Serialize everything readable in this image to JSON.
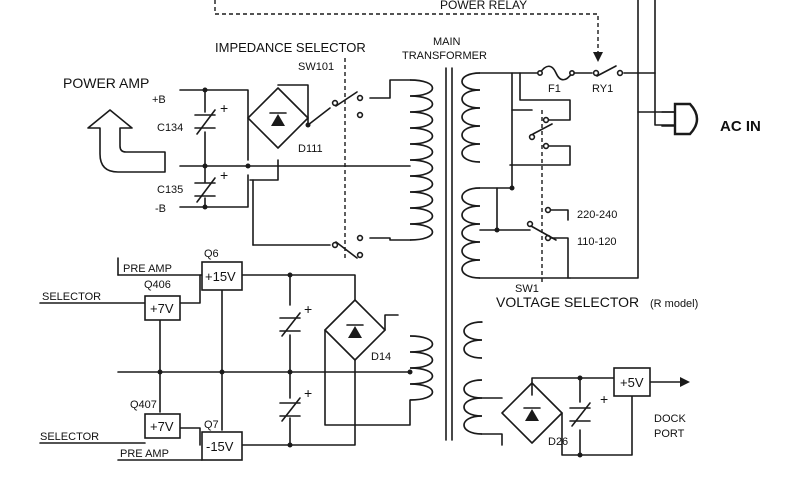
{
  "labels": {
    "power_relay": "POWER RELAY",
    "impedance_selector": "IMPEDANCE SELECTOR",
    "sw101": "SW101",
    "main_transformer_1": "MAIN",
    "main_transformer_2": "TRANSFORMER",
    "power_amp": "POWER AMP",
    "plus_b": "+B",
    "minus_b": "-B",
    "c134": "C134",
    "c135": "C135",
    "d111": "D111",
    "f1": "F1",
    "ry1": "RY1",
    "ac_in": "AC IN",
    "v220_240": "220-240",
    "v110_120": "110-120",
    "sw1": "SW1",
    "voltage_selector": "VOLTAGE SELECTOR",
    "r_model": "(R model)",
    "pre_amp_top": "PRE AMP",
    "pre_amp_bottom": "PRE AMP",
    "selector_top": "SELECTOR",
    "selector_bottom": "SELECTOR",
    "q6": "Q6",
    "q7": "Q7",
    "q406": "Q406",
    "q407": "Q407",
    "reg_plus15": "+15V",
    "reg_minus15": "-15V",
    "reg_plus7_top": "+7V",
    "reg_plus7_bottom": "+7V",
    "reg_plus5": "+5V",
    "d14": "D14",
    "d26": "D26",
    "dock_port_1": "DOCK",
    "dock_port_2": "PORT",
    "plus_sign": "+"
  }
}
